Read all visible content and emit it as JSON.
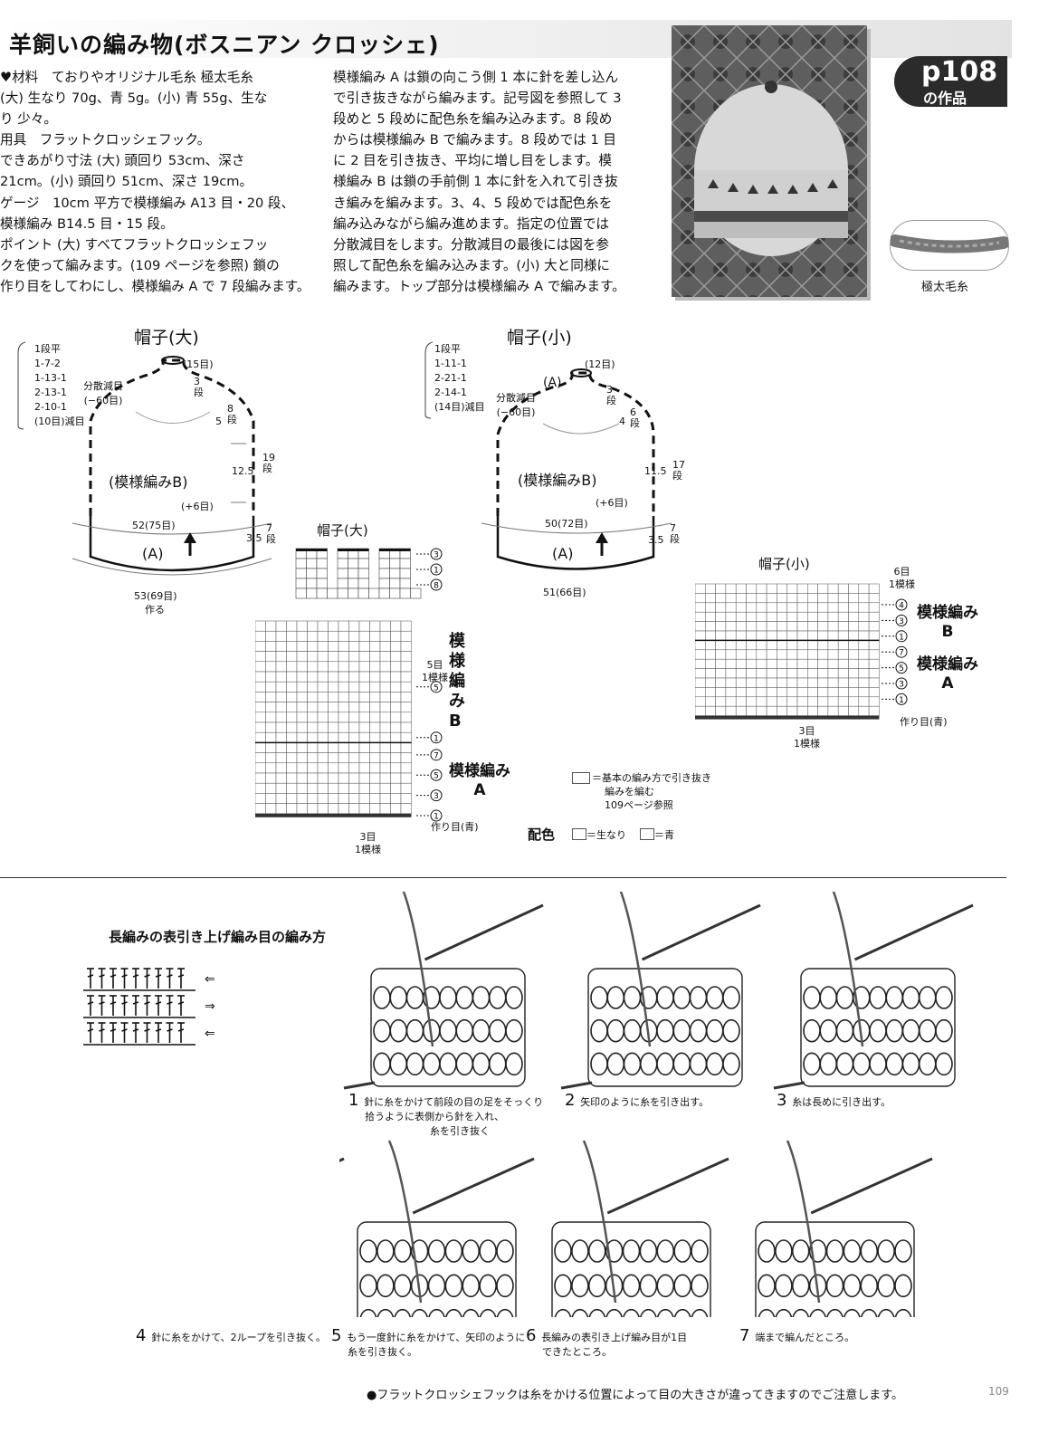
{
  "header": {
    "title": "羊飼いの編み物(ボスニアン クロッシェ)",
    "page_ref": "p108",
    "page_ref_sub": "の作品"
  },
  "left_column": [
    "♥材料　ておりやオリジナル毛糸 極太毛糸",
    "(大) 生なり 70g、青 5g。(小) 青 55g、生な",
    "り 少々。",
    "用具　フラットクロッシェフック。",
    "できあがり寸法 (大) 頭回り 53cm、深さ",
    "21cm。(小) 頭回り 51cm、深さ 19cm。",
    "ゲージ　10cm 平方で模様編み A13 目・20 段、",
    "模様編み B14.5 目・15 段。",
    "ポイント (大) すべてフラットクロッシェフッ",
    "クを使って編みます。(109 ページを参照) 鎖の",
    "作り目をしてわにし、模様編み A で 7 段編みます。"
  ],
  "right_column": [
    "模様編み A は鎖の向こう側 1 本に針を差し込ん",
    "で引き抜きながら編みます。記号図を参照して 3",
    "段めと 5 段めに配色糸を編み込みます。8 段め",
    "からは模様編み B で編みます。8 段めでは 1 目",
    "に 2 目を引き抜き、平均に増し目をします。模",
    "様編み B は鎖の手前側 1 本に針を入れて引き抜",
    "き編みを編みます。3、4、5 段めでは配色糸を",
    "編み込みながら編み進めます。指定の位置では",
    "分散減目をします。分散減目の最後には図を参",
    "照して配色糸を編み込みます。(小) 大と同様に",
    "編みます。トップ部分は模様編み A で編みます。"
  ],
  "yarn_label": "極太毛糸",
  "hat_large": {
    "title": "帽子(大)",
    "dec_table": [
      "1段平",
      "1-7-2",
      "1-13-1",
      "2-13-1",
      "2-10-1",
      "(10目)減目"
    ],
    "dist_dec": [
      "分散減目",
      "(−60目)"
    ],
    "top_sts": "(15目)",
    "top_rows": "3段",
    "crown_w": "5",
    "crown_rows": "8段",
    "side_h": "12.5",
    "side_rows": "19段",
    "pattern_b": "(模様編みB)",
    "inc": "(+6目)",
    "mid_w": "52(75目)",
    "pattern_a": "(A)",
    "band_h": "3.5",
    "band_rows": "7段",
    "bottom_w": "53(69目)",
    "make": "作る"
  },
  "hat_small": {
    "title": "帽子(小)",
    "dec_table": [
      "1段平",
      "1-11-1",
      "2-21-1",
      "2-14-1",
      "(14目)減目"
    ],
    "dist_dec": [
      "分散減目",
      "(−60目)"
    ],
    "top_a": "(A)",
    "top_sts": "(12目)",
    "top_rows": "3段",
    "crown_w": "4",
    "crown_rows": "6段",
    "side_h": "11.5",
    "side_rows": "17段",
    "pattern_b": "(模様編みB)",
    "inc": "(+6目)",
    "mid_w": "50(72目)",
    "pattern_a": "(A)",
    "band_h": "3.5",
    "band_rows": "7段",
    "bottom_w": "51(66目)"
  },
  "chart_large": {
    "title": "帽子(大)",
    "top_rows": [
      "3",
      "1",
      "8"
    ],
    "rows_b": [
      "5",
      "1"
    ],
    "rows_a": [
      "7",
      "5",
      "3",
      "1"
    ],
    "rep_b": "5目",
    "rep_b2": "1模様",
    "label_b": "模様編みB",
    "label_a": "模様編みA",
    "cast_on": "作り目(青)",
    "rep_a": "3目",
    "rep_a2": "1模様"
  },
  "chart_small": {
    "title": "帽子(小)",
    "rep_b": "6目",
    "rep_b2": "1模様",
    "rows": [
      "4",
      "3",
      "1",
      "7",
      "5",
      "3",
      "1"
    ],
    "label_b": "模様編みB",
    "label_a": "模様編みA",
    "cast_on": "作り目(青)",
    "rep_a": "3目",
    "rep_a2": "1模様"
  },
  "legend": {
    "line1": "＝基本の編み方で引き抜き",
    "line2": "編みを編む",
    "line3": "109ページ参照",
    "color_label": "配色",
    "natural": "＝生なり",
    "blue": "＝青"
  },
  "howto": {
    "title": "長編みの表引き上げ編み目の編み方",
    "steps": [
      {
        "n": "1",
        "t1": "針に糸をかけて前段の目の足をそっくり",
        "t2": "拾うように表側から針を入れ、"
      },
      {
        "n": "2",
        "t1": "矢印のように糸を引き出す。",
        "t2": ""
      },
      {
        "n": "3",
        "t1": "糸は長めに引き出す。",
        "t2": ""
      },
      {
        "n": "4",
        "t1": "針に糸をかけて、2ループを引き抜く。",
        "t2": "",
        "note": "糸を引き抜く"
      },
      {
        "n": "5",
        "t1": "もう一度針に糸をかけて、矢印のように",
        "t2": "糸を引き抜く。",
        "note": "糸を引き抜く"
      },
      {
        "n": "6",
        "t1": "長編みの表引き上げ編み目が1目",
        "t2": "できたところ。"
      },
      {
        "n": "7",
        "t1": "端まで編んだところ。",
        "t2": ""
      }
    ]
  },
  "footer": {
    "note": "●フラットクロッシェフックは糸をかける位置によって目の大きさが違ってきますのでご注意します。",
    "page_num": "109"
  }
}
